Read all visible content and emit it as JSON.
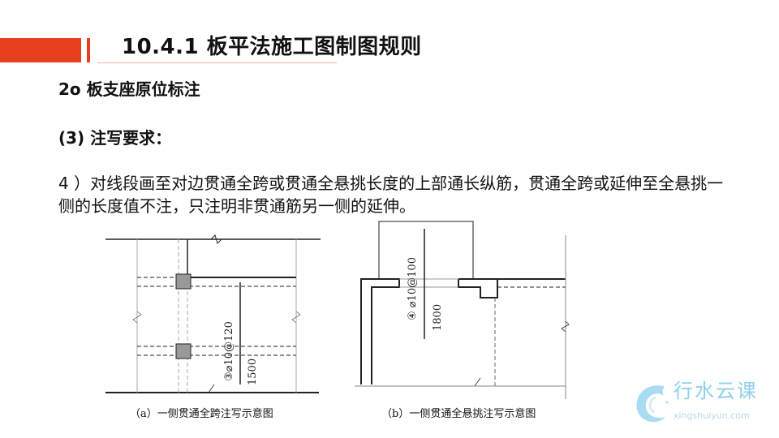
{
  "header": {
    "title": "10.4.1  板平法施工图制图规则"
  },
  "section": {
    "heading": "2o 板支座原位标注",
    "subheading": "(3) 注写要求：",
    "paragraph": "4 ）对线段画至对边贯通全跨或贯通全悬挑长度的上部通长纵筋，贯通全跨或延伸至全悬挑一侧的长度值不注，只注明非贯通筋另一侧的延伸。"
  },
  "figure_a": {
    "rebar_label": "③⌀10@120",
    "length_label": "1500",
    "caption": "（a）一侧贯通全跨注写示意图"
  },
  "figure_b": {
    "rebar_label": "④ ⌀10@100",
    "length_label": "1800",
    "caption": "（b）一侧贯通全悬挑注写示意图"
  },
  "watermark": {
    "name_cn": "行水云课",
    "url": "xingshuiyun.com"
  },
  "colors": {
    "accent": "#e8401c",
    "logo": "#8fd0ee"
  }
}
